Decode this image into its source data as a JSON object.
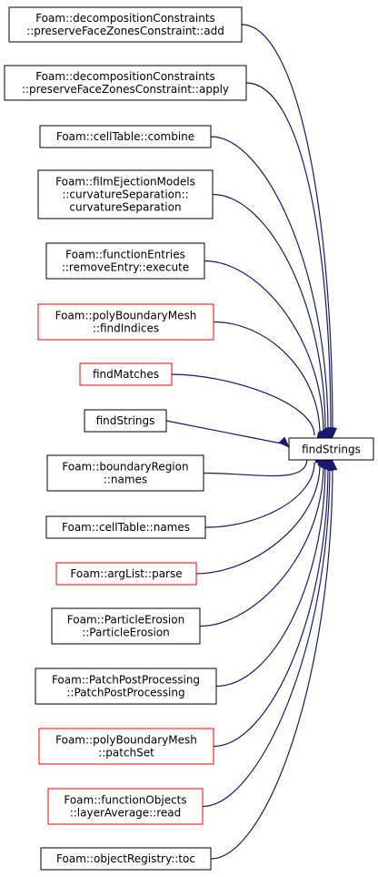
{
  "target": {
    "label": "findStrings",
    "fill": "#bfbfbf",
    "border": "#000000"
  },
  "colors": {
    "edge": "#191970",
    "normal_border": "#000000",
    "red_border": "#ff0000"
  },
  "callers": [
    {
      "lines": [
        "Foam::decompositionConstraints",
        "::preserveFaceZonesConstraint::add"
      ],
      "border": "black"
    },
    {
      "lines": [
        "Foam::decompositionConstraints",
        "::preserveFaceZonesConstraint::apply"
      ],
      "border": "black"
    },
    {
      "lines": [
        "Foam::cellTable::combine"
      ],
      "border": "black"
    },
    {
      "lines": [
        "Foam::filmEjectionModels",
        "::curvatureSeparation::",
        "curvatureSeparation"
      ],
      "border": "black"
    },
    {
      "lines": [
        "Foam::functionEntries",
        "::removeEntry::execute"
      ],
      "border": "black"
    },
    {
      "lines": [
        "Foam::polyBoundaryMesh",
        "::findIndices"
      ],
      "border": "red"
    },
    {
      "lines": [
        "findMatches"
      ],
      "border": "red"
    },
    {
      "lines": [
        "findStrings"
      ],
      "border": "black"
    },
    {
      "lines": [
        "Foam::boundaryRegion",
        "::names"
      ],
      "border": "black"
    },
    {
      "lines": [
        "Foam::cellTable::names"
      ],
      "border": "black"
    },
    {
      "lines": [
        "Foam::argList::parse"
      ],
      "border": "red"
    },
    {
      "lines": [
        "Foam::ParticleErosion",
        "::ParticleErosion"
      ],
      "border": "black"
    },
    {
      "lines": [
        "Foam::PatchPostProcessing",
        "::PatchPostProcessing"
      ],
      "border": "black"
    },
    {
      "lines": [
        "Foam::polyBoundaryMesh",
        "::patchSet"
      ],
      "border": "red"
    },
    {
      "lines": [
        "Foam::functionObjects",
        "::layerAverage::read"
      ],
      "border": "red"
    },
    {
      "lines": [
        "Foam::objectRegistry::toc"
      ],
      "border": "black"
    }
  ]
}
